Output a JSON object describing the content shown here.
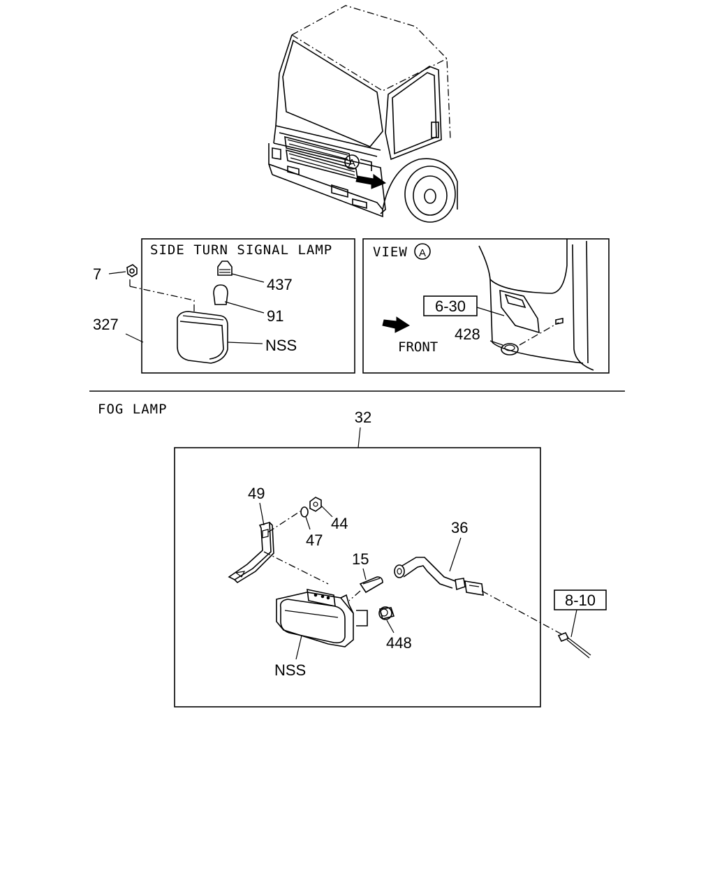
{
  "view_marker": "A",
  "side_turn_signal": {
    "title": "SIDE TURN SIGNAL LAMP",
    "parts": {
      "p7": "7",
      "p327": "327",
      "p437": "437",
      "p91": "91",
      "nss": "NSS"
    }
  },
  "view_a": {
    "title": "VIEW",
    "marker": "A",
    "ref_box": "6-30",
    "p428": "428",
    "front": "FRONT"
  },
  "fog_lamp": {
    "title": "FOG LAMP",
    "parts": {
      "p32": "32",
      "p49": "49",
      "p44": "44",
      "p47": "47",
      "p15": "15",
      "p36": "36",
      "p448": "448",
      "nss": "NSS",
      "ref_box": "8-10"
    }
  }
}
